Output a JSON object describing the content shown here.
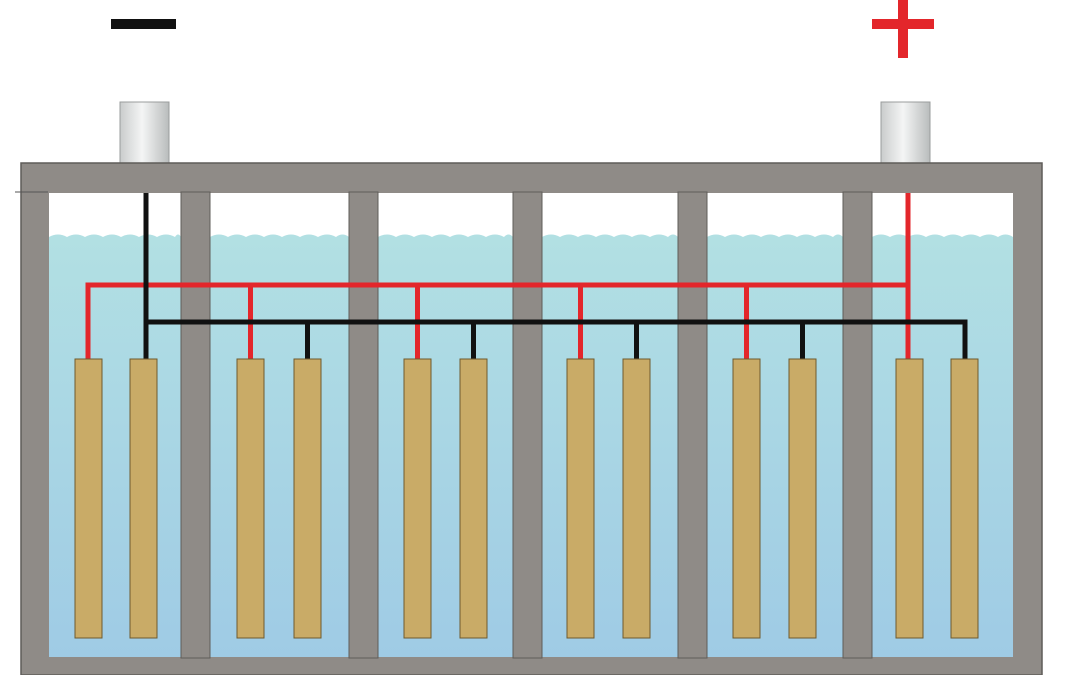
{
  "terminals": {
    "negative": {
      "symbol": "minus",
      "polarity": "negative"
    },
    "positive": {
      "symbol": "plus",
      "polarity": "positive"
    }
  },
  "cells": [
    {
      "index": 1,
      "plates": [
        "positive",
        "negative"
      ]
    },
    {
      "index": 2,
      "plates": [
        "positive",
        "negative"
      ]
    },
    {
      "index": 3,
      "plates": [
        "positive",
        "negative"
      ]
    },
    {
      "index": 4,
      "plates": [
        "positive",
        "negative"
      ]
    },
    {
      "index": 5,
      "plates": [
        "positive",
        "negative"
      ]
    },
    {
      "index": 6,
      "plates": [
        "positive",
        "negative"
      ]
    }
  ],
  "colors": {
    "casing": "#8f8b87",
    "terminal_post": "#e4e6e6",
    "electrolyte_top": "#b2e0e3",
    "electrolyte_bottom": "#9fcbe5",
    "air_gap": "#ffffff",
    "plate": "#c9ab67",
    "positive_wire": "#e3262b",
    "negative_wire": "#111111",
    "minus_sign": "#111111",
    "plus_sign": "#e3262b"
  }
}
